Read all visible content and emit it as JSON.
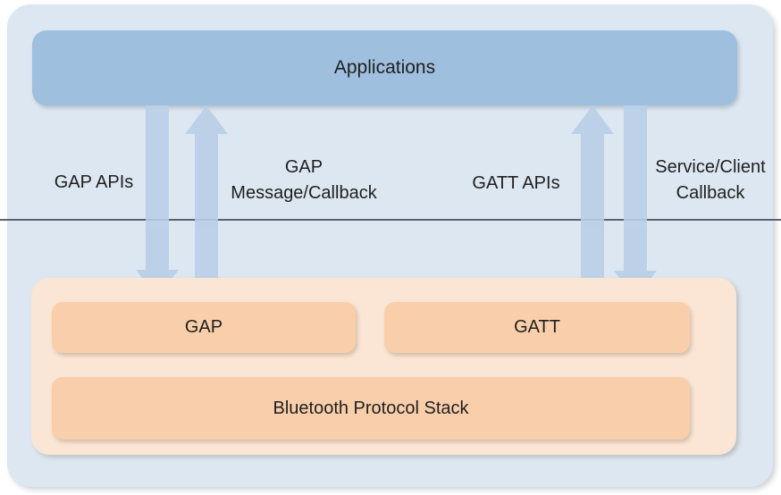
{
  "nodes": {
    "applications": "Applications",
    "gap": "GAP",
    "gatt": "GATT",
    "stack": "Bluetooth Protocol Stack"
  },
  "arrows": {
    "gap_apis": {
      "label": "GAP APIs",
      "direction": "down",
      "from": "Applications",
      "to": "GAP"
    },
    "gap_message_callback": {
      "label_line1": "GAP",
      "label_line2": "Message/Callback",
      "direction": "up",
      "from": "GAP",
      "to": "Applications"
    },
    "gatt_apis": {
      "label": "GATT APIs",
      "direction": "up",
      "from": "GATT",
      "to": "Applications"
    },
    "service_client_callback": {
      "label_line1": "Service/Client",
      "label_line2": "Callback",
      "direction": "down",
      "from": "Applications",
      "to": "GATT"
    }
  },
  "colors": {
    "canvas_bg": "#ffffff",
    "container_bg": "#dde7f1",
    "applications_bg": "#9ec0de",
    "arrow": "#b8cfe7",
    "orange_container_bg": "#fbe5d4",
    "orange_box_bg": "#f9cfab",
    "divider": "#596470",
    "text": "#1f1f1f"
  }
}
